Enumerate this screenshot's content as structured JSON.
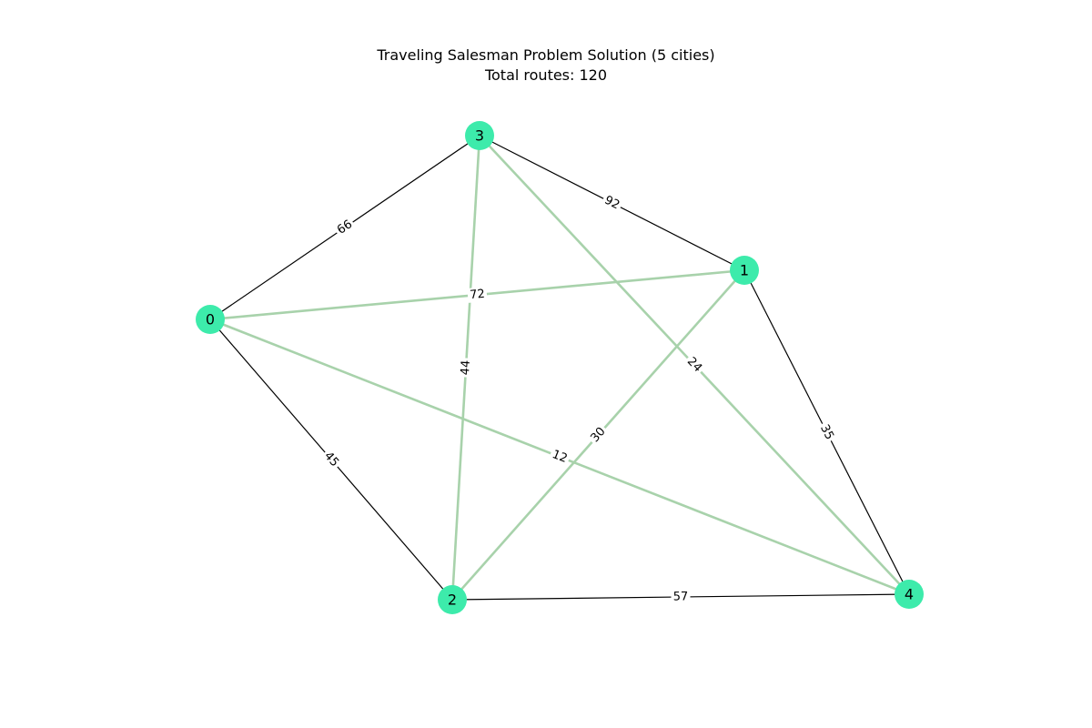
{
  "title": {
    "line1": "Traveling Salesman Problem Solution (5 cities)",
    "line2": "Total routes: 120"
  },
  "colors": {
    "node": "#3debab",
    "tour_edge": "#a8d2ab",
    "other_edge": "#000000"
  },
  "nodes": [
    {
      "id": "0"
    },
    {
      "id": "1"
    },
    {
      "id": "2"
    },
    {
      "id": "3"
    },
    {
      "id": "4"
    }
  ],
  "edges": [
    {
      "from": "0",
      "to": "3",
      "weight": "66",
      "tour": false
    },
    {
      "from": "3",
      "to": "1",
      "weight": "92",
      "tour": false
    },
    {
      "from": "0",
      "to": "1",
      "weight": "72",
      "tour": true
    },
    {
      "from": "3",
      "to": "2",
      "weight": "44",
      "tour": true
    },
    {
      "from": "3",
      "to": "4",
      "weight": "24",
      "tour": true
    },
    {
      "from": "1",
      "to": "4",
      "weight": "35",
      "tour": false
    },
    {
      "from": "1",
      "to": "2",
      "weight": "30",
      "tour": true
    },
    {
      "from": "0",
      "to": "4",
      "weight": "12",
      "tour": true
    },
    {
      "from": "0",
      "to": "2",
      "weight": "45",
      "tour": false
    },
    {
      "from": "2",
      "to": "4",
      "weight": "57",
      "tour": false
    }
  ]
}
